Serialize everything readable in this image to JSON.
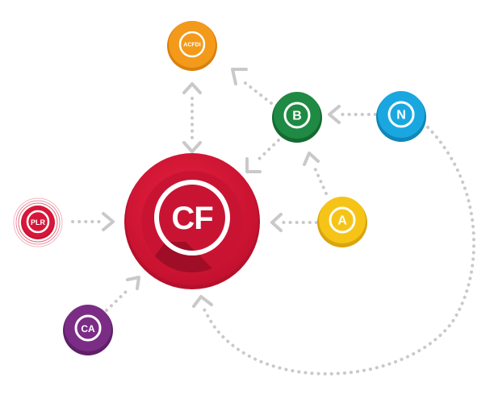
{
  "nodes": {
    "center": {
      "label": "CF",
      "color": "#d7173a"
    },
    "acfdi": {
      "label": "ACFDI",
      "color": "#f39a1b"
    },
    "b": {
      "label": "B",
      "color": "#1f8a43"
    },
    "n": {
      "label": "N",
      "color": "#1aa7e0"
    },
    "a": {
      "label": "A",
      "color": "#f6c417"
    },
    "plr": {
      "label": "PLR",
      "color": "#d7173a"
    },
    "ca": {
      "label": "CA",
      "color": "#7b2d86"
    }
  },
  "connector_color": "#c9c9c9"
}
